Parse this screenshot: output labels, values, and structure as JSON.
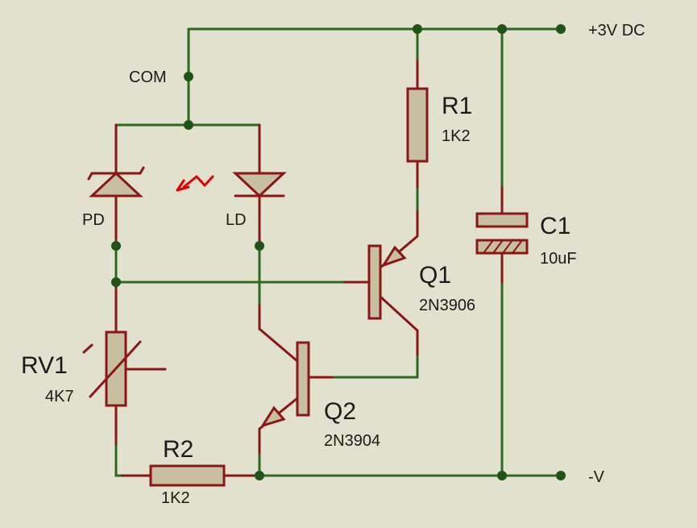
{
  "supply": {
    "positive": "+3V DC",
    "negative": "-V"
  },
  "nodes": {
    "common": "COM"
  },
  "components": {
    "r1": {
      "ref": "R1",
      "value": "1K2"
    },
    "r2": {
      "ref": "R2",
      "value": "1K2"
    },
    "rv1": {
      "ref": "RV1",
      "value": "4K7"
    },
    "c1": {
      "ref": "C1",
      "value": "10uF"
    },
    "q1": {
      "ref": "Q1",
      "value": "2N3906"
    },
    "q2": {
      "ref": "Q2",
      "value": "2N3904"
    },
    "pd": {
      "ref": "PD"
    },
    "ld": {
      "ref": "LD"
    }
  },
  "colors": {
    "background": "#e2e1cd",
    "wire": "#2a6b1e",
    "component_outline": "#8b1616",
    "component_fill": "#c6c0a0",
    "optical_link": "#e00000"
  }
}
